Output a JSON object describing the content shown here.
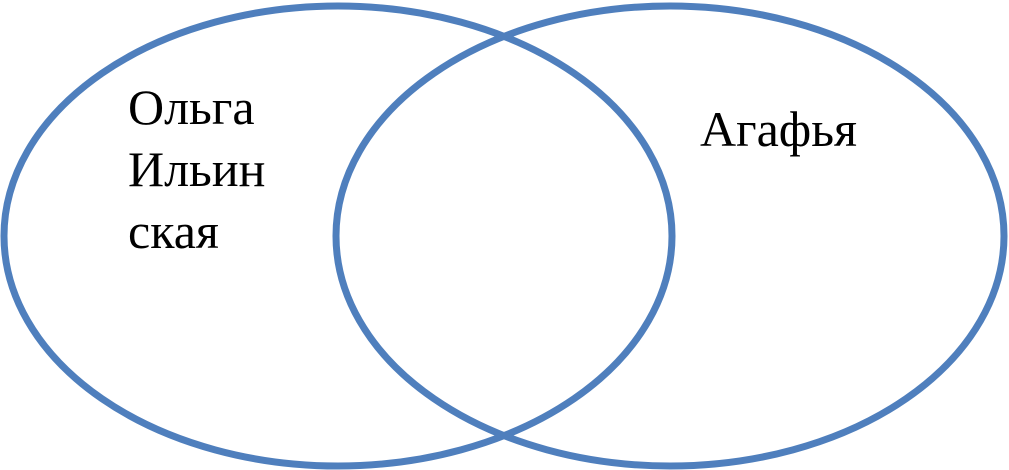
{
  "diagram": {
    "type": "venn",
    "stroke_color": "#4f7fbd",
    "sets": [
      {
        "label_lines": [
          "Ольга",
          "Ильин",
          "ская"
        ]
      },
      {
        "label_lines": [
          "Агафья"
        ]
      }
    ]
  }
}
